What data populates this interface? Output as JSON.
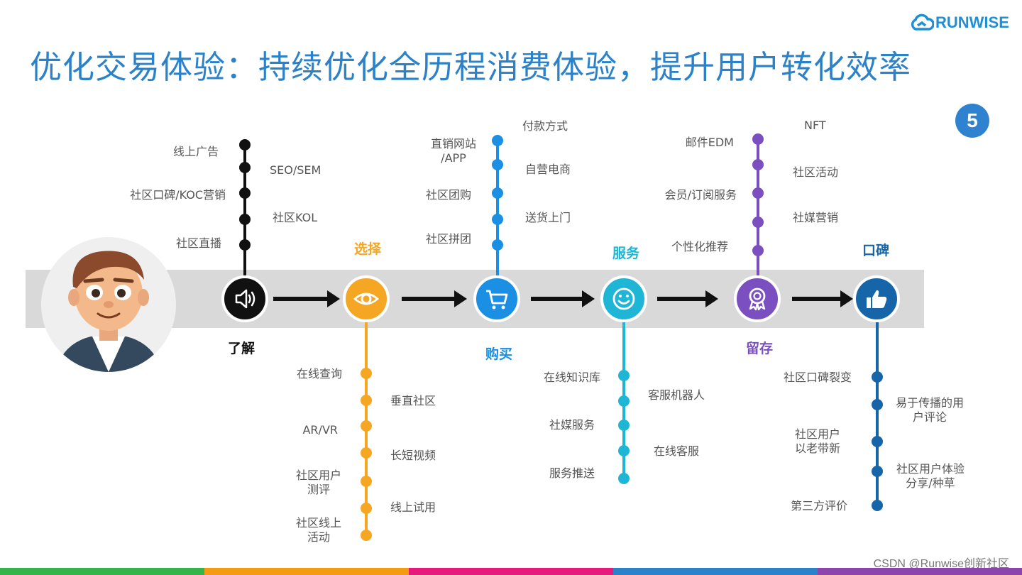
{
  "title": "优化交易体验：持续优化全历程消费体验，提升用户转化效率",
  "logo": {
    "text": "RUNWISE",
    "icon": "cloud-logo-icon"
  },
  "page_number": "5",
  "watermark": "CSDN @Runwise创新社区",
  "colors": {
    "title": "#2b82c9",
    "band": "#d9d9d9",
    "footer": [
      "#34b44a",
      "#f39c12",
      "#e8197d",
      "#2b82c9",
      "#8e44ad"
    ]
  },
  "stages": [
    {
      "id": "understand",
      "label": "了解",
      "color": "#111111",
      "icon": "speaker-icon",
      "label_color": "#111111",
      "items_top": [
        {
          "text": "线上广告",
          "side": "left"
        },
        {
          "text": "SEO/SEM",
          "side": "right"
        },
        {
          "text": "社区口碑/KOC营销",
          "side": "left"
        },
        {
          "text": "社区KOL",
          "side": "right"
        },
        {
          "text": "社区直播",
          "side": "left"
        }
      ]
    },
    {
      "id": "choose",
      "label": "选择",
      "color": "#f5a623",
      "icon": "eye-icon",
      "label_color": "#f5a623",
      "items_bottom": [
        {
          "text": "在线查询",
          "side": "left"
        },
        {
          "text": "垂直社区",
          "side": "right"
        },
        {
          "text": "AR/VR",
          "side": "left"
        },
        {
          "text": "长短视频",
          "side": "right"
        },
        {
          "text": "社区用户\n测评",
          "side": "left"
        },
        {
          "text": "线上试用",
          "side": "right"
        },
        {
          "text": "社区线上\n活动",
          "side": "left"
        }
      ]
    },
    {
      "id": "purchase",
      "label": "购买",
      "color": "#1a8fe3",
      "icon": "cart-icon",
      "label_color": "#1a8fe3",
      "items_top": [
        {
          "text": "付款方式",
          "side": "right"
        },
        {
          "text": "直销网站\n/APP",
          "side": "left"
        },
        {
          "text": "自营电商",
          "side": "right"
        },
        {
          "text": "社区团购",
          "side": "left"
        },
        {
          "text": "送货上门",
          "side": "right"
        },
        {
          "text": "社区拼团",
          "side": "left"
        }
      ]
    },
    {
      "id": "service",
      "label": "服务",
      "color": "#1fb6d6",
      "icon": "smile-icon",
      "label_color": "#1fb6d6",
      "items_bottom": [
        {
          "text": "在线知识库",
          "side": "left"
        },
        {
          "text": "客服机器人",
          "side": "right"
        },
        {
          "text": "社媒服务",
          "side": "left"
        },
        {
          "text": "在线客服",
          "side": "right"
        },
        {
          "text": "服务推送",
          "side": "left"
        }
      ]
    },
    {
      "id": "retain",
      "label": "留存",
      "color": "#7b4fbf",
      "icon": "award-icon",
      "label_color": "#7b4fbf",
      "items_top": [
        {
          "text": "NFT",
          "side": "right"
        },
        {
          "text": "邮件EDM",
          "side": "left"
        },
        {
          "text": "社区活动",
          "side": "right"
        },
        {
          "text": "会员/订阅服务",
          "side": "left"
        },
        {
          "text": "社媒营销",
          "side": "right"
        },
        {
          "text": "个性化推荐",
          "side": "left"
        }
      ]
    },
    {
      "id": "word-of-mouth",
      "label": "口碑",
      "color": "#1565a8",
      "icon": "thumbs-up-icon",
      "label_color": "#1565a8",
      "items_bottom": [
        {
          "text": "社区口碑裂变",
          "side": "left"
        },
        {
          "text": "易于传播的用\n户评论",
          "side": "right"
        },
        {
          "text": "社区用户\n以老带新",
          "side": "left"
        },
        {
          "text": "社区用户体验\n分享/种草",
          "side": "right"
        },
        {
          "text": "第三方评价",
          "side": "left"
        }
      ]
    }
  ]
}
